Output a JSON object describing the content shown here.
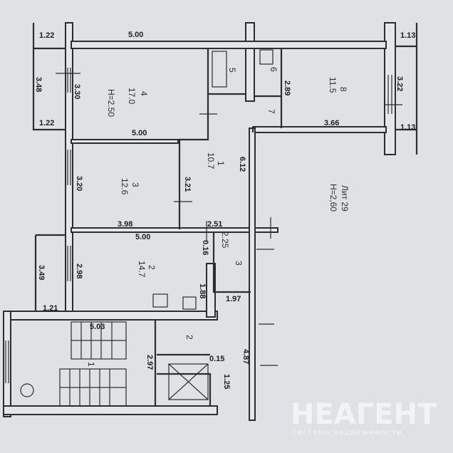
{
  "dimensions": {
    "balcony_top_width": "1.22",
    "room4_top": "5.00",
    "balcony_right_top": "1.13",
    "balcony_left_height": "3.48",
    "room4_height": "3.30",
    "balcony_bottom_width": "1.22",
    "room4_bottom": "5.00",
    "room8_height": "2.89",
    "room8_bottom": "3.66",
    "balcony_right_height": "3.22",
    "balcony_right_bottom": "1.13",
    "corridor_length": "6.12",
    "room3_height": "3.20",
    "room3_right": "3.21",
    "room3_bottom": "3.98",
    "corridor_bottom": "2.51",
    "kitchen_top": "5.00",
    "gap_016": "0.16",
    "small_room_height": "2.25",
    "loggia_height": "3.49",
    "kitchen_height": "2.98",
    "kitchen_right": "1.88",
    "loggia_bottom": "1.21",
    "small_room_bottom": "1.97",
    "stair_width": "5.03",
    "stair_height": "2.97",
    "gap_015": "0.15",
    "lift_width": "1.25",
    "right_corridor": "4.87"
  },
  "rooms": {
    "r4_num": "4",
    "r4_area": "17.0",
    "r4_height": "H=2.50",
    "r3_num": "3",
    "r3_area": "12.6",
    "r1_num": "1",
    "r1_area": "10.7",
    "r5_num": "5",
    "r6_num": "6",
    "r7_num": "7",
    "r8_num": "8",
    "r8_area": "11.5",
    "r2_num": "2",
    "r2_area": "14.7",
    "small3_num": "3",
    "stair_num": "1",
    "lift_hall_num": "2"
  },
  "annotation": {
    "lit": "Лит 29",
    "height": "H=2,60"
  },
  "watermark": {
    "brand": "НЕАГЕНТ",
    "tagline": "система недвижимости"
  }
}
